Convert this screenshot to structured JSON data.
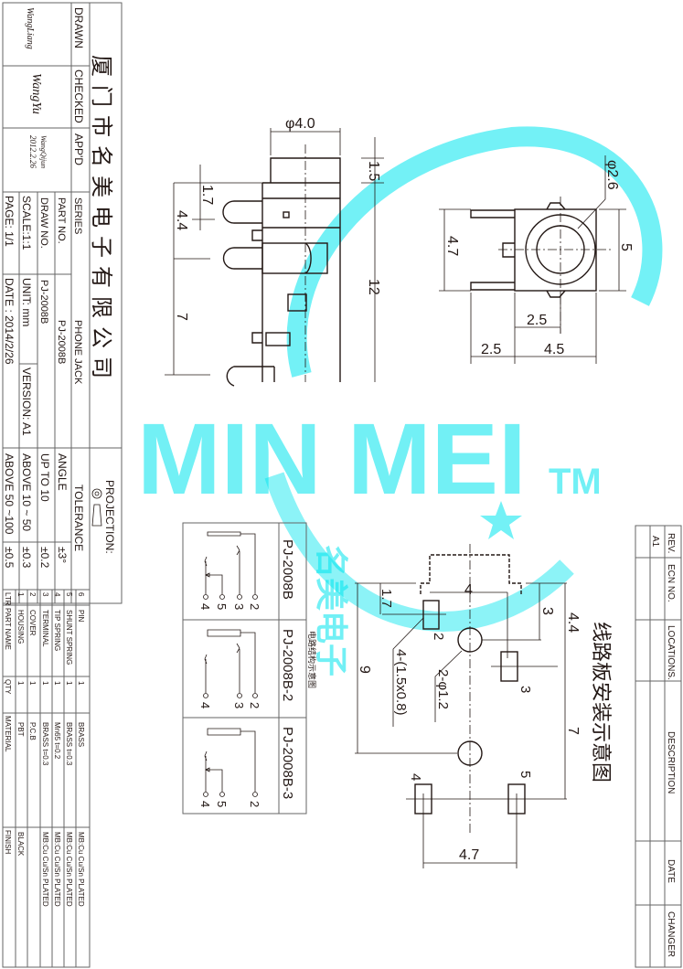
{
  "title_block": {
    "company": "厦门市名美电子有限公司",
    "drawn_label": "DRAWN",
    "drawn_sig": "WangLiang",
    "checked_label": "CHECKED",
    "checked_sig": "WangYu",
    "appd_label": "APP'D",
    "appd_sig": "WangQijun",
    "appd_date": "2012.2.26",
    "series_label": "SERIES",
    "series_value": "PHONE JACK",
    "part_no_label": "PART  NO.",
    "part_no_value": "PJ-2008B",
    "draw_no_label": "DRAW NO.",
    "draw_no_value": "PJ-2008B",
    "scale": "SCALE:1:1",
    "unit": "UNIT: mm",
    "version": "VERSION: A1",
    "page": "PAGE:  1/1",
    "date": "DATE : 2014/2/26"
  },
  "tolerance": {
    "projection": "PROJECTION:",
    "header": "TOLERANCE",
    "rows": [
      {
        "range": "ANGLE",
        "value": "±3°"
      },
      {
        "range": "UP TO 10",
        "value": "±0.2"
      },
      {
        "range": "ABOVE 10 ~ 50",
        "value": "±0.3"
      },
      {
        "range": "ABOVE 50 ~100",
        "value": "±0.5"
      }
    ]
  },
  "parts": {
    "headers": [
      "LTR",
      "PART NAME",
      "QTY",
      "MATERIAL",
      "FINISH"
    ],
    "rows": [
      {
        "ltr": "6",
        "name": "PIN",
        "qty": "1",
        "material": "BRASS",
        "finish": "MB:Cu   Cu/Sn   PLATED"
      },
      {
        "ltr": "5",
        "name": "SHUNT  SPRING",
        "qty": "1",
        "material": "BRASS  t=0.3",
        "finish": "MB:Cu   Cu/Sn   PLATED"
      },
      {
        "ltr": "4",
        "name": "TIP  SPRING",
        "qty": "1",
        "material": "Mn65  t=0.2",
        "finish": "MB:Cu   Cu/Sn   PLATED"
      },
      {
        "ltr": "3",
        "name": "TERMINAL",
        "qty": "1",
        "material": "BRASS  t=0.3",
        "finish": "MB:Cu   Cu/Sn   PLATED"
      },
      {
        "ltr": "2",
        "name": "COVER",
        "qty": "1",
        "material": "P.C.B",
        "finish": ""
      },
      {
        "ltr": "1",
        "name": "HOUSING",
        "qty": "1",
        "material": "PBT",
        "finish": "BLACK"
      }
    ]
  },
  "revision": {
    "headers": [
      "REV.",
      "ECN NO.",
      "LOCATIONS.",
      "DESCRIPTION",
      "DATE",
      "CHANGER"
    ],
    "rows": [
      {
        "rev": "A1"
      }
    ]
  },
  "side_view": {
    "d_phi": "φ4.0",
    "d_top": "1.5",
    "d_len": "12",
    "d_pin1": "1.7",
    "d_a": "4.4",
    "d_b": "7"
  },
  "front_view": {
    "d_phi": "φ2.6",
    "d_h": "4.7",
    "d_w": "5",
    "d_c": "2.5",
    "d_l": "2.5",
    "d_r": "4.5"
  },
  "circuit": {
    "title": "电路结构示意图",
    "variants": [
      {
        "name": "PJ-2008B",
        "pins": [
          "2",
          "3",
          "5",
          "4"
        ]
      },
      {
        "name": "PJ-2008B-2",
        "pins": [
          "2",
          "3",
          "4"
        ]
      },
      {
        "name": "PJ-2008B-3",
        "pins": [
          "2",
          "5",
          "4"
        ]
      }
    ]
  },
  "pcb": {
    "title": "线路板安装示意图",
    "d_4": "4",
    "d_17": "1.7",
    "d_3": "3",
    "d_44": "4.4",
    "d_9": "9",
    "d_7": "7",
    "d_47": "4.7",
    "pad_note": "4-(1.5x0.8)",
    "hole_note": "2-φ1.2",
    "pad_labels": [
      "2",
      "3",
      "4",
      "5"
    ]
  },
  "watermark": {
    "brand1": "MIN",
    "brand2": "MEI",
    "tm": "TM",
    "cn": "名美电子"
  }
}
